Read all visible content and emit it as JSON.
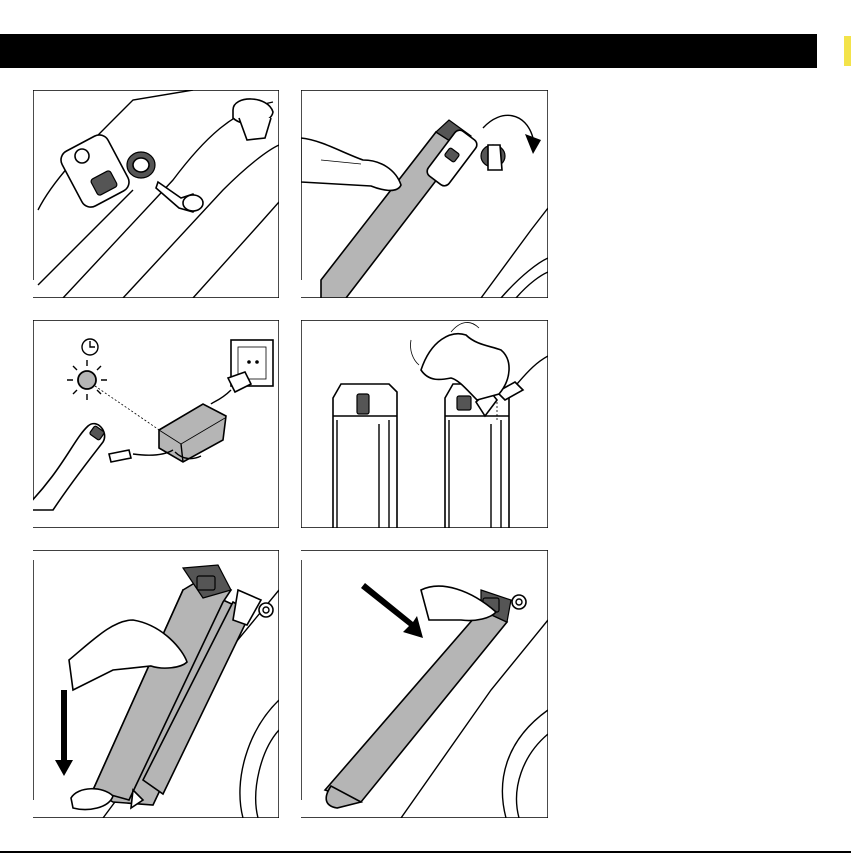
{
  "page": {
    "header_color": "#000000",
    "accent_tab_color": "#f3e34a",
    "battery_gray": "#b5b5b5"
  },
  "steps": [
    {
      "icon": "key-insert-lock-illustration"
    },
    {
      "icon": "battery-unlock-turn-key-illustration"
    },
    {
      "icon": "battery-charging-illustration"
    },
    {
      "icon": "charger-plug-connect-illustration"
    },
    {
      "icon": "battery-insert-illustration"
    },
    {
      "icon": "battery-lock-illustration"
    }
  ]
}
